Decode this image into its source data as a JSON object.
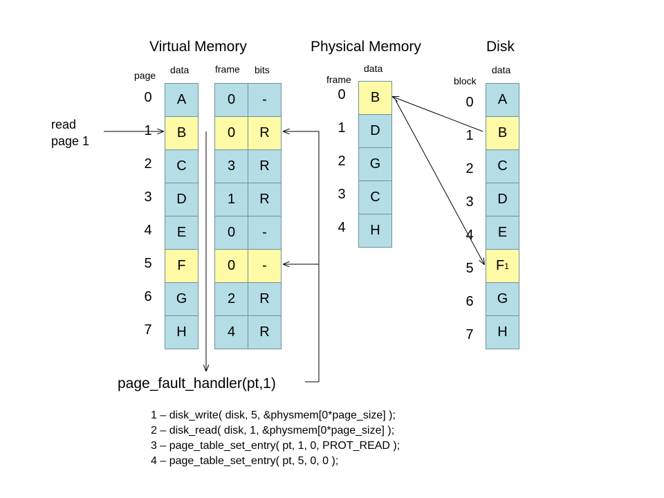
{
  "titles": {
    "virtual": "Virtual Memory",
    "physical": "Physical Memory",
    "disk": "Disk"
  },
  "virtual": {
    "header_page": "page",
    "header_data": "data",
    "header_frame": "frame",
    "header_bits": "bits",
    "rows": [
      {
        "page": "0",
        "data": "A",
        "frame": "0",
        "bits": "-",
        "highlight": false
      },
      {
        "page": "1",
        "data": "B",
        "frame": "0",
        "bits": "R",
        "highlight": true
      },
      {
        "page": "2",
        "data": "C",
        "frame": "3",
        "bits": "R",
        "highlight": false
      },
      {
        "page": "3",
        "data": "D",
        "frame": "1",
        "bits": "R",
        "highlight": false
      },
      {
        "page": "4",
        "data": "E",
        "frame": "0",
        "bits": "-",
        "highlight": false
      },
      {
        "page": "5",
        "data": "F",
        "frame": "0",
        "bits": "-",
        "highlight": true
      },
      {
        "page": "6",
        "data": "G",
        "frame": "2",
        "bits": "R",
        "highlight": false
      },
      {
        "page": "7",
        "data": "H",
        "frame": "4",
        "bits": "R",
        "highlight": false
      }
    ]
  },
  "physical": {
    "header_frame": "frame",
    "header_data": "data",
    "rows": [
      {
        "frame": "0",
        "data": "B",
        "highlight": true
      },
      {
        "frame": "1",
        "data": "D",
        "highlight": false
      },
      {
        "frame": "2",
        "data": "G",
        "highlight": false
      },
      {
        "frame": "3",
        "data": "C",
        "highlight": false
      },
      {
        "frame": "4",
        "data": "H",
        "highlight": false
      }
    ]
  },
  "disk": {
    "header_block": "block",
    "header_data": "data",
    "rows": [
      {
        "block": "0",
        "data": "A",
        "sub": "",
        "highlight": false
      },
      {
        "block": "1",
        "data": "B",
        "sub": "",
        "highlight": true
      },
      {
        "block": "2",
        "data": "C",
        "sub": "",
        "highlight": false
      },
      {
        "block": "3",
        "data": "D",
        "sub": "",
        "highlight": false
      },
      {
        "block": "4",
        "data": "E",
        "sub": "",
        "highlight": false
      },
      {
        "block": "5",
        "data": "F",
        "sub": "1",
        "highlight": true
      },
      {
        "block": "6",
        "data": "G",
        "sub": "",
        "highlight": false
      },
      {
        "block": "7",
        "data": "H",
        "sub": "",
        "highlight": false
      }
    ]
  },
  "read_label": {
    "line1": "read",
    "line2": "page 1"
  },
  "handler": "page_fault_handler(pt,1)",
  "steps": [
    "1 – disk_write( disk, 5, &physmem[0*page_size] );",
    "2 – disk_read( disk, 1, &physmem[0*page_size] );",
    "3 – page_table_set_entry( pt, 1, 0, PROT_READ );",
    "4 – page_table_set_entry( pt, 5, 0, 0 );"
  ],
  "colors": {
    "cell": "#b4dde6",
    "cell_highlight": "#fffaa6",
    "cell_border": "#6f8f9a"
  }
}
